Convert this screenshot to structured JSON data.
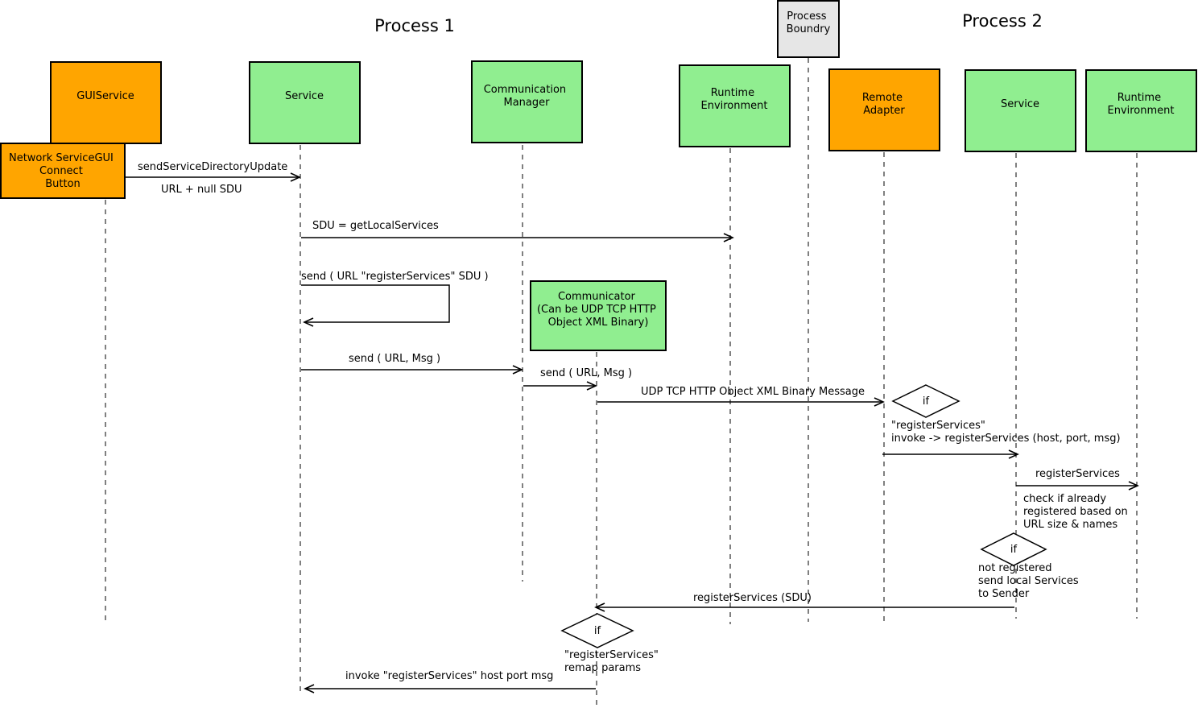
{
  "colors": {
    "orange": "#ffa500",
    "green": "#90ee90",
    "gray": "#e6e6e6",
    "line": "#000000"
  },
  "titles": {
    "process1": "Process 1",
    "process2": "Process 2",
    "boundary": [
      "Process",
      "Boundry"
    ]
  },
  "boxes": {
    "gui_service": [
      "GUIService"
    ],
    "network_button": [
      "Network ServiceGUI",
      "Connect",
      "Button"
    ],
    "service_p1": [
      "Service"
    ],
    "comm_manager": [
      "Communication",
      "Manager"
    ],
    "runtime_p1": [
      "Runtime",
      "Environment"
    ],
    "remote_adapter": [
      "Remote",
      "Adapter"
    ],
    "service_p2": [
      "Service"
    ],
    "runtime_p2": [
      "Runtime",
      "Environment"
    ],
    "communicator": [
      "Communicator",
      "(Can be UDP TCP HTTP",
      "Object XML Binary)"
    ]
  },
  "messages": {
    "send_sdu": "sendServiceDirectoryUpdate",
    "url_null": "URL + null SDU",
    "get_local": "SDU = getLocalServices",
    "send_register": "send ( URL \"registerServices\" SDU )",
    "send_url_msg_1": "send ( URL, Msg )",
    "send_url_msg_2": "send ( URL, Msg )",
    "udp_message": "UDP TCP HTTP Object XML Binary Message",
    "register_services": "registerServices",
    "register_sdu": "registerServices (SDU)",
    "invoke_register": "invoke \"registerServices\" host port msg"
  },
  "conditions": {
    "if_label": "if",
    "remote_condition": [
      "\"registerServices\"",
      "invoke -> registerServices (host, port, msg)"
    ],
    "check_registered": [
      "check if already",
      "registered based on",
      "URL size & names"
    ],
    "not_registered": [
      "not registered",
      "send local Services",
      "to Sender"
    ],
    "remap_condition": [
      "\"registerServices\"",
      "remap params"
    ]
  }
}
